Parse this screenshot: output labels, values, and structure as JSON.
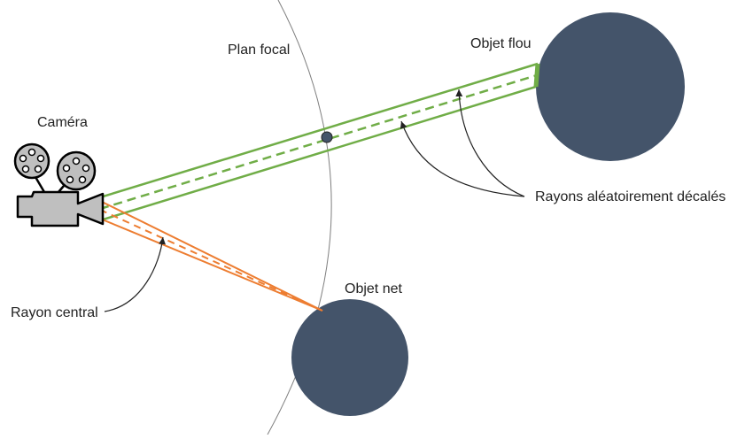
{
  "labels": {
    "focal_plane": "Plan focal",
    "camera": "Caméra",
    "blurry_object": "Objet flou",
    "sharp_object": "Objet net",
    "offset_rays": "Rayons aléatoirement décalés",
    "central_ray": "Rayon central"
  },
  "colors": {
    "object_fill": "#44546a",
    "green_rays": "#70ad47",
    "orange_rays": "#ed7d31",
    "focal_curve": "#7f7f7f",
    "camera_fill": "#bfbfbf",
    "camera_stroke": "#000000",
    "arrow": "#222222"
  },
  "icons": {
    "camera": "movie-camera-icon"
  }
}
